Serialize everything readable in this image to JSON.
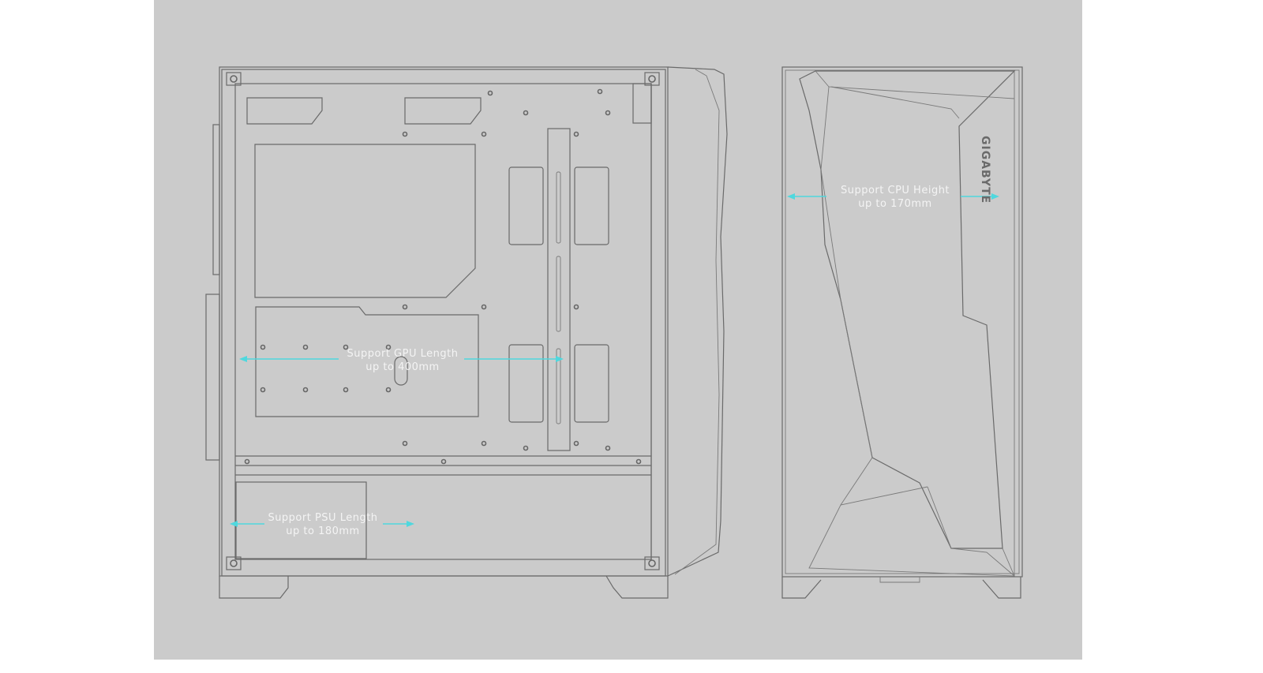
{
  "annotations": {
    "gpu": {
      "line1": "Support GPU Length",
      "line2": "up to 400mm"
    },
    "psu": {
      "line1": "Support PSU Length",
      "line2": "up to 180mm"
    },
    "cpu": {
      "line1": "Support CPU Height",
      "line2": "up to 170mm"
    }
  },
  "brand_logo": "GIGABYTE",
  "colors": {
    "background": "#cbcbcb",
    "lines": "#6a6a6a",
    "arrows": "#4fd8de",
    "label_text": "#f4f4f4"
  }
}
